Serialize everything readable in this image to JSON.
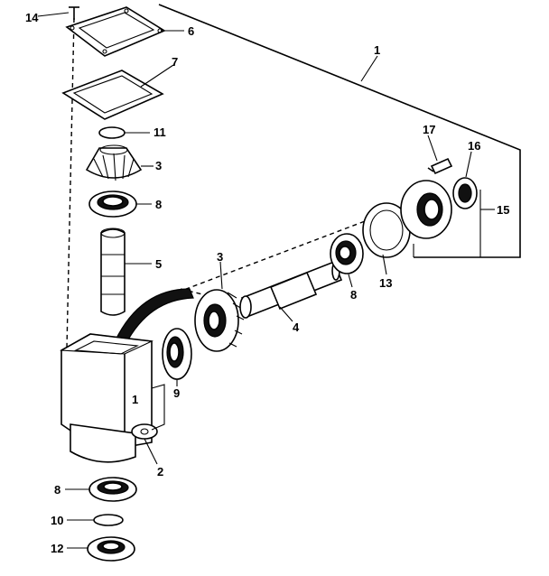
{
  "callouts": {
    "c1_top": "1",
    "c1_housing": "1",
    "c2": "2",
    "c3_upper": "3",
    "c3_side": "3",
    "c4": "4",
    "c5": "5",
    "c6": "6",
    "c7": "7",
    "c8_upper": "8",
    "c8_side": "8",
    "c8_lower": "8",
    "c9": "9",
    "c10": "10",
    "c11": "11",
    "c12": "12",
    "c13": "13",
    "c14": "14",
    "c15": "15",
    "c16": "16",
    "c17": "17"
  }
}
